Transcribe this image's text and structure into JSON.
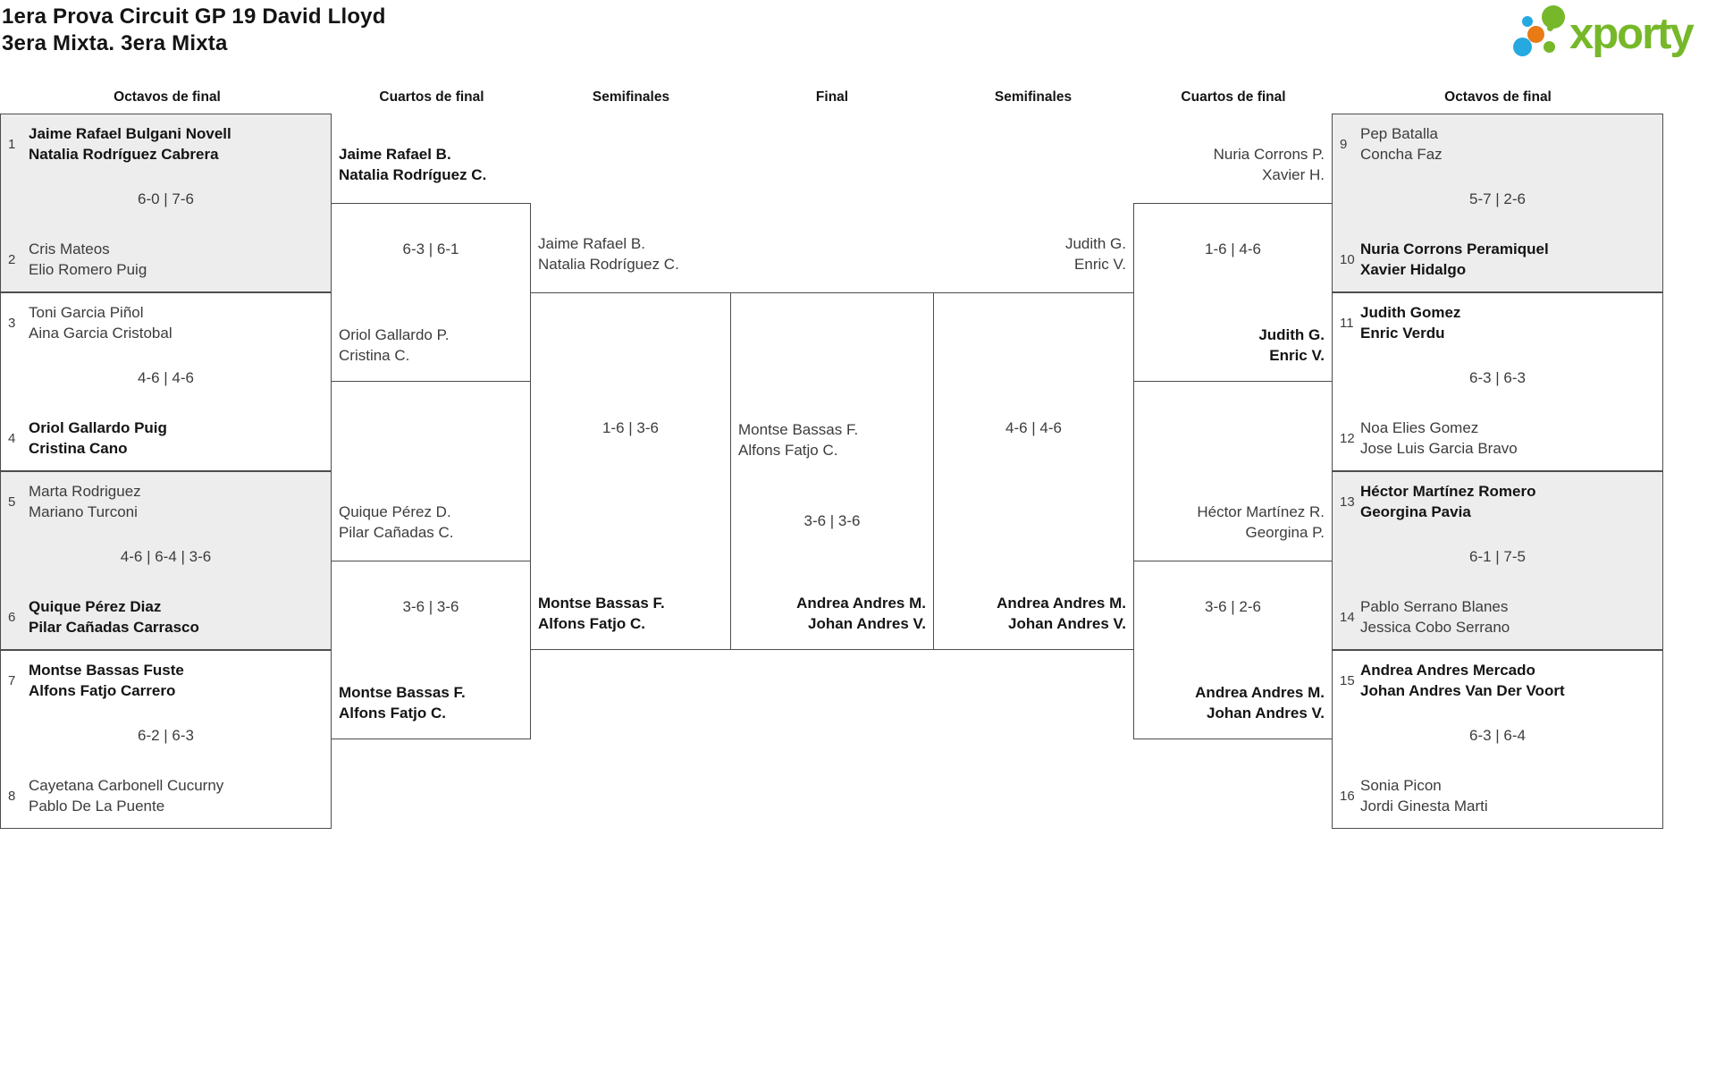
{
  "header": {
    "title": "1era Prova Circuit GP 19 David Lloyd",
    "subtitle": "3era Mixta. 3era Mixta",
    "logo_text": "xporty"
  },
  "colors": {
    "logo_green": "#76b82a",
    "logo_blue": "#26a9e0",
    "logo_orange": "#ea7a14",
    "box_shaded_fill": "#ededed",
    "box_border": "#4d4d4d",
    "text_normal": "#3c3c3c",
    "text_winner": "#141414"
  },
  "round_headers": [
    "Octavos de final",
    "Cuartos de final",
    "Semifinales",
    "Final",
    "Semifinales",
    "Cuartos de final",
    "Octavos de final"
  ],
  "bracket": {
    "octavos_left": [
      {
        "seed_top": "1",
        "team_top": [
          "Jaime Rafael Bulgani Novell",
          "Natalia Rodríguez Cabrera"
        ],
        "top_bold": true,
        "score": "6-0 | 7-6",
        "seed_bottom": "2",
        "team_bottom": [
          "Cris Mateos",
          "Elio Romero Puig"
        ],
        "bottom_bold": false,
        "shaded": true
      },
      {
        "seed_top": "3",
        "team_top": [
          "Toni Garcia Piñol",
          "Aina Garcia Cristobal"
        ],
        "top_bold": false,
        "score": "4-6 | 4-6",
        "seed_bottom": "4",
        "team_bottom": [
          "Oriol Gallardo Puig",
          "Cristina Cano"
        ],
        "bottom_bold": true,
        "shaded": false
      },
      {
        "seed_top": "5",
        "team_top": [
          "Marta Rodriguez",
          "Mariano Turconi"
        ],
        "top_bold": false,
        "score": "4-6 | 6-4 | 3-6",
        "seed_bottom": "6",
        "team_bottom": [
          "Quique Pérez Diaz",
          "Pilar Cañadas Carrasco"
        ],
        "bottom_bold": true,
        "shaded": true
      },
      {
        "seed_top": "7",
        "team_top": [
          "Montse Bassas Fuste",
          "Alfons Fatjo Carrero"
        ],
        "top_bold": true,
        "score": "6-2 | 6-3",
        "seed_bottom": "8",
        "team_bottom": [
          "Cayetana Carbonell Cucurny",
          "Pablo De La Puente"
        ],
        "bottom_bold": false,
        "shaded": false
      }
    ],
    "cuartos_left": [
      {
        "team_top": [
          "Jaime Rafael B.",
          "Natalia Rodríguez C."
        ],
        "top_bold": true,
        "score": "6-3 | 6-1",
        "team_bottom": [
          "Oriol Gallardo P.",
          "Cristina C."
        ],
        "bottom_bold": false
      },
      {
        "team_top": [
          "Quique Pérez D.",
          "Pilar Cañadas C."
        ],
        "top_bold": false,
        "score": "3-6 | 3-6",
        "team_bottom": [
          "Montse Bassas F.",
          "Alfons Fatjo C."
        ],
        "bottom_bold": true
      }
    ],
    "semifinal_left": {
      "team_top": [
        "Jaime Rafael B.",
        "Natalia Rodríguez C."
      ],
      "top_bold": false,
      "score": "1-6 | 3-6",
      "team_bottom": [
        "Montse Bassas F.",
        "Alfons Fatjo C."
      ],
      "bottom_bold": true
    },
    "final": {
      "team_top": [
        "Montse Bassas F.",
        "Alfons Fatjo C."
      ],
      "top_bold": false,
      "score": "3-6 | 3-6",
      "team_bottom": [
        "Andrea Andres M.",
        "Johan Andres V."
      ],
      "bottom_bold": true
    },
    "semifinal_right": {
      "team_top": [
        "Judith G.",
        "Enric V."
      ],
      "top_bold": false,
      "score": "4-6 | 4-6",
      "team_bottom": [
        "Andrea Andres M.",
        "Johan Andres V."
      ],
      "bottom_bold": true
    },
    "cuartos_right": [
      {
        "team_top": [
          "Nuria Corrons P.",
          "Xavier H."
        ],
        "top_bold": false,
        "score": "1-6 | 4-6",
        "team_bottom": [
          "Judith G.",
          "Enric V."
        ],
        "bottom_bold": true
      },
      {
        "team_top": [
          "Héctor Martínez R.",
          "Georgina P."
        ],
        "top_bold": false,
        "score": "3-6 | 2-6",
        "team_bottom": [
          "Andrea Andres M.",
          "Johan Andres V."
        ],
        "bottom_bold": true
      }
    ],
    "octavos_right": [
      {
        "seed_top": "9",
        "team_top": [
          "Pep Batalla",
          "Concha Faz"
        ],
        "top_bold": false,
        "score": "5-7 | 2-6",
        "seed_bottom": "10",
        "team_bottom": [
          "Nuria Corrons Peramiquel",
          "Xavier Hidalgo"
        ],
        "bottom_bold": true,
        "shaded": true
      },
      {
        "seed_top": "11",
        "team_top": [
          "Judith Gomez",
          "Enric Verdu"
        ],
        "top_bold": true,
        "score": "6-3 | 6-3",
        "seed_bottom": "12",
        "team_bottom": [
          "Noa Elies Gomez",
          "Jose Luis Garcia Bravo"
        ],
        "bottom_bold": false,
        "shaded": false
      },
      {
        "seed_top": "13",
        "team_top": [
          "Héctor Martínez Romero",
          "Georgina Pavia"
        ],
        "top_bold": true,
        "score": "6-1 | 7-5",
        "seed_bottom": "14",
        "team_bottom": [
          "Pablo Serrano Blanes",
          "Jessica Cobo Serrano"
        ],
        "bottom_bold": false,
        "shaded": true
      },
      {
        "seed_top": "15",
        "team_top": [
          "Andrea Andres Mercado",
          "Johan Andres Van Der Voort"
        ],
        "top_bold": true,
        "score": "6-3 | 6-4",
        "seed_bottom": "16",
        "team_bottom": [
          "Sonia Picon",
          "Jordi Ginesta Marti"
        ],
        "bottom_bold": false,
        "shaded": false
      }
    ]
  }
}
